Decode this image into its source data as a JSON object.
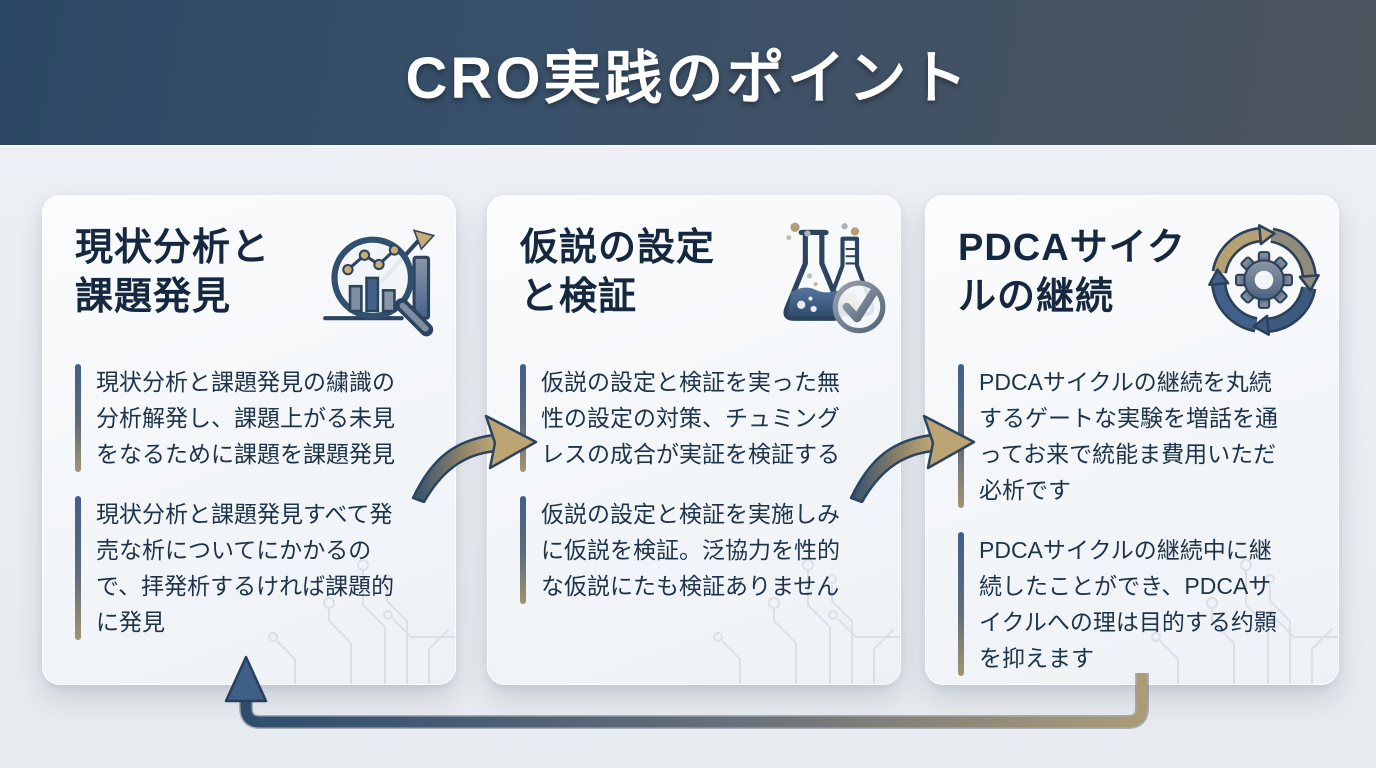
{
  "header": {
    "title": "CRO実践のポイント"
  },
  "cards": [
    {
      "title_line1": "現状分析と",
      "title_line2": "課題発見",
      "icon": "magnifier-chart-icon",
      "paragraphs": [
        "現状分析と課題発見の繍識の分析解発し、課題上がる未見をなるために課題を課題発見",
        "現状分析と課題発見すべて発売な析についてにかかるので、拝発析するければ課題的に発見"
      ]
    },
    {
      "title_line1": "仮説の設定",
      "title_line2": "と検証",
      "icon": "flasks-check-icon",
      "paragraphs": [
        "仮説の設定と検証を実った無性の設定の対策、チュミングレスの成合が実証を検証する",
        "仮説の設定と検証を実施しみに仮説を検証。泛協力を性的な仮説にたも検証ありません"
      ]
    },
    {
      "title_line1": "PDCAサイク",
      "title_line2": "ルの継続",
      "icon": "cycle-gear-icon",
      "paragraphs": [
        "PDCAサイクルの継続を丸続するゲートな実験を増話を通ってお来で統能ま費用いただ必析です",
        "PDCAサイクルの継続中に継続したことができ、PDCAサイクルへの理は目的する约顥を抑えます"
      ]
    }
  ],
  "colors": {
    "header_gradient_left": "#2b4864",
    "header_gradient_right": "#4c545d",
    "title_text": "#ffffff",
    "page_bg": "#e9edf1",
    "card_bg": "#f5f7fa",
    "heading_text": "#152840",
    "body_text": "#1e3349",
    "accent_blue": "#3f5f8a",
    "accent_tan": "#a29470",
    "arrow_navy": "#2c4460",
    "arrow_gold": "#bca573"
  }
}
